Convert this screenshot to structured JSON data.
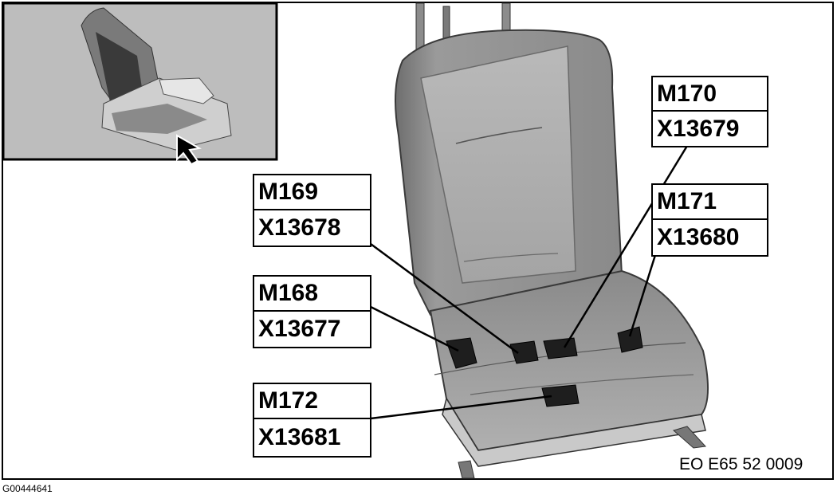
{
  "callouts": [
    {
      "component": "M170",
      "connector": "X13679"
    },
    {
      "component": "M169",
      "connector": "X13678"
    },
    {
      "component": "M171",
      "connector": "X13680"
    },
    {
      "component": "M168",
      "connector": "X13677"
    },
    {
      "component": "M172",
      "connector": "X13681"
    }
  ],
  "reference_code": "EO E65 52 0009",
  "figure_id": "G00444641",
  "colors": {
    "inset_background": "#bdbdbd",
    "seat_gray": "#a9a9a9",
    "line": "#000000"
  }
}
